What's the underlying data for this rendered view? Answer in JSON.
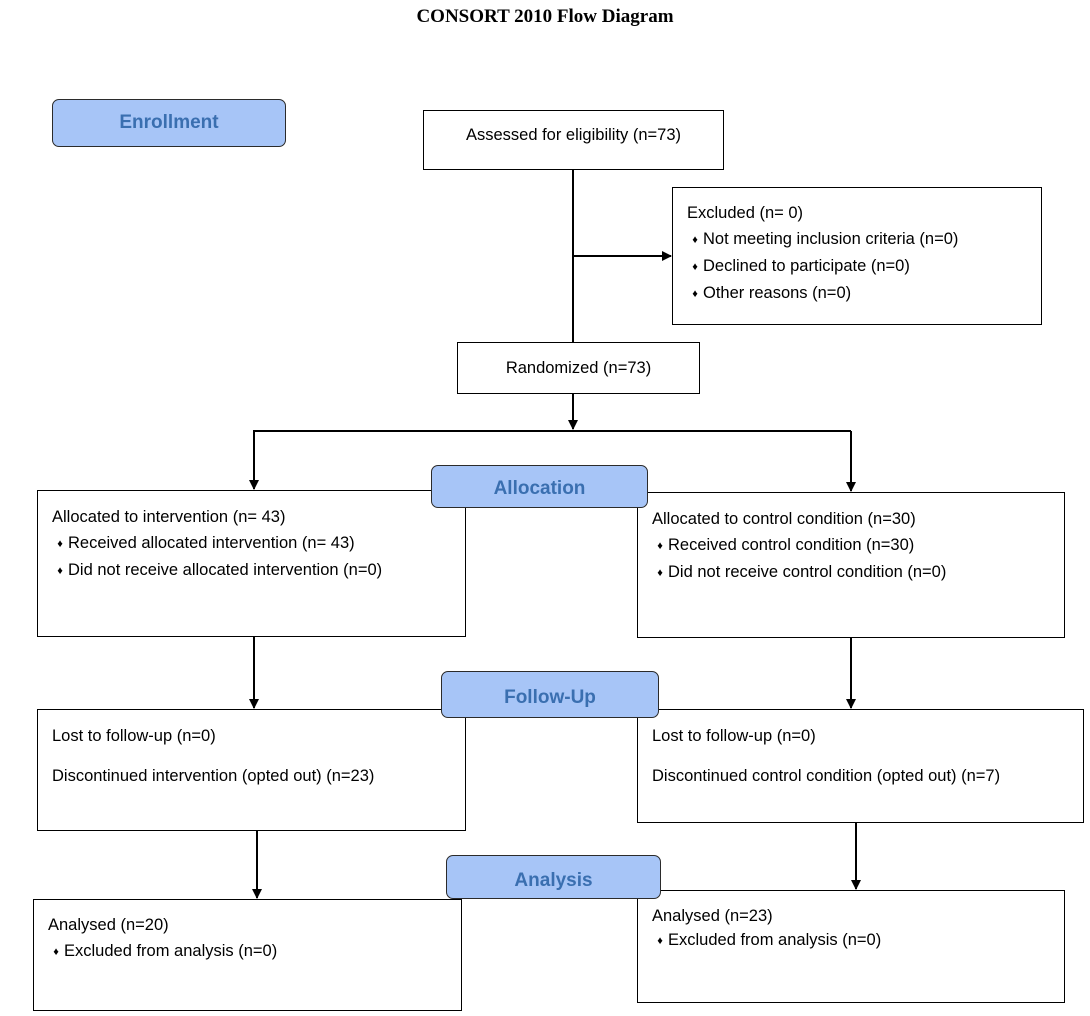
{
  "title": "CONSORT 2010 Flow Diagram",
  "stages": {
    "enrollment": "Enrollment",
    "allocation": "Allocation",
    "followup": "Follow-Up",
    "analysis": "Analysis"
  },
  "assessed": "Assessed for eligibility (n=73)",
  "excluded": {
    "header": "Excluded (n= 0)",
    "items": [
      "Not meeting inclusion criteria (n=0)",
      "Declined to participate (n=0)",
      "Other reasons (n=0)"
    ]
  },
  "randomized": "Randomized (n=73)",
  "intervention": {
    "allocated": "Allocated to intervention (n= 43)",
    "received": "Received allocated intervention (n= 43)",
    "not_received": "Did not receive allocated intervention (n=0)",
    "lost": "Lost to follow-up (n=0)",
    "discontinued": "Discontinued intervention (opted out) (n=23)",
    "analysed": "Analysed (n=20)",
    "excluded_analysis": "Excluded from analysis (n=0)"
  },
  "control": {
    "allocated": "Allocated to control condition (n=30)",
    "received": "Received control condition (n=30)",
    "not_received": "Did not receive control condition (n=0)",
    "lost": "Lost to follow-up (n=0)",
    "discontinued": "Discontinued control condition (opted out) (n=7)",
    "analysed": "Analysed (n=23)",
    "excluded_analysis": "Excluded from analysis (n=0)"
  }
}
